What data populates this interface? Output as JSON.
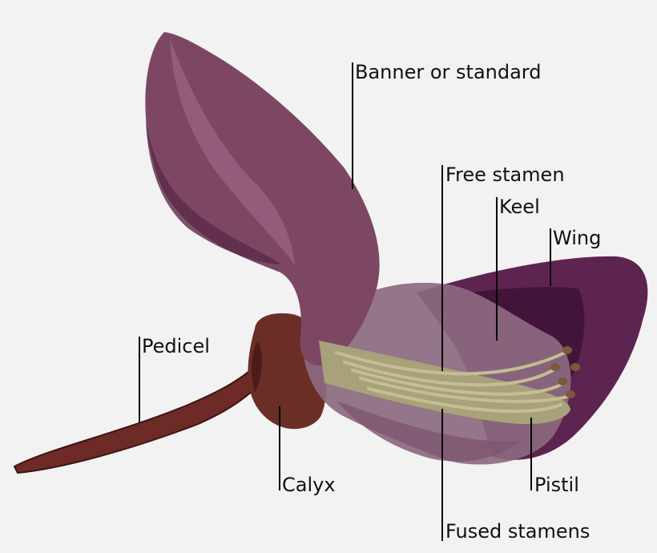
{
  "labels": {
    "banner": "Banner or standard",
    "free_stamen": "Free stamen",
    "keel": "Keel",
    "wing": "Wing",
    "pedicel": "Pedicel",
    "calyx": "Calyx",
    "pistil": "Pistil",
    "fused_stamens": "Fused stamens"
  },
  "colors": {
    "background": "#f2f2f2",
    "banner": "#7d4763",
    "banner_highlight": "#9a6080",
    "wing": "#5e2450",
    "wing_dark": "#3e1236",
    "keel": "#8c6a80",
    "calyx": "#6b2e26",
    "pedicel": "#6e2a26",
    "stamens": "#a8a27a",
    "anthers": "#7a5a3a",
    "leader_lines": "#000000"
  }
}
